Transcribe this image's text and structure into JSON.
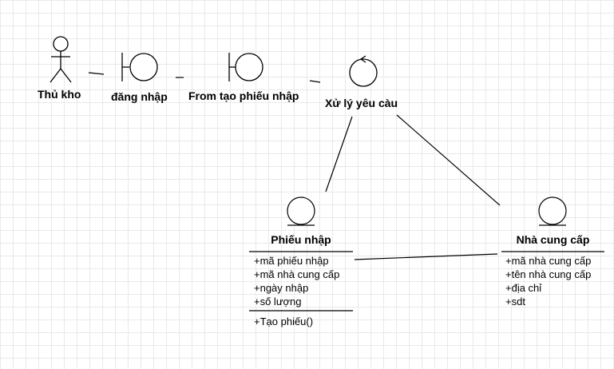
{
  "diagram": {
    "actor": {
      "label": "Thủ kho"
    },
    "boundaries": [
      {
        "label": "đăng nhập"
      },
      {
        "label": "From tạo phiếu nhập"
      }
    ],
    "control": {
      "label": "Xử lý yêu càu"
    },
    "entities": [
      {
        "name": "Phiếu nhập",
        "attributes": [
          "+mã phiếu nhập",
          "+mã nhà cung cấp",
          "+ngày nhập",
          "+số lượng"
        ],
        "operations": [
          "+Tạo phiếu()"
        ]
      },
      {
        "name": "Nhà cung cấp",
        "attributes": [
          "+mã nhà cung cấp",
          "+tên nhà cung cấp",
          "+địa chỉ",
          "+sdt"
        ],
        "operations": []
      }
    ]
  },
  "colors": {
    "stroke": "#000000",
    "fill": "#ffffff",
    "grid": "#e9e9e9"
  }
}
